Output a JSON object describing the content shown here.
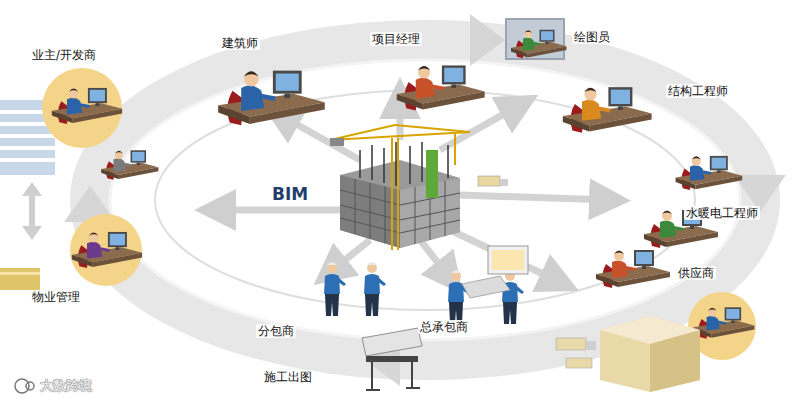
{
  "diagram": {
    "labels": [
      "业主/开发商",
      "建筑师",
      "项目经理",
      "绘图员",
      "结构工程师",
      "水暖电工程师",
      "供应商",
      "总承包商",
      "分包商",
      "施工出图",
      "物业管理",
      "BIM",
      "大数跨境"
    ]
  }
}
